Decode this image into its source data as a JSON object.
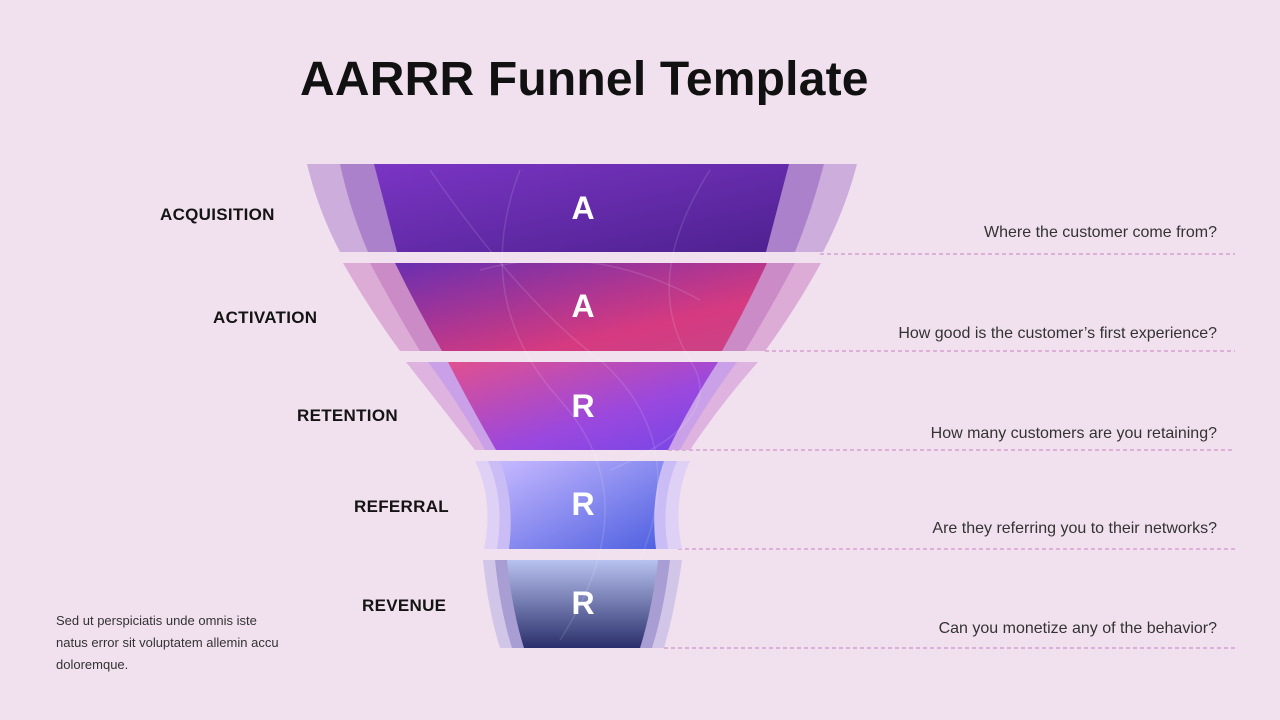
{
  "title": "AARRR Funnel Template",
  "note": "Sed ut perspiciatis unde omnis iste natus error sit voluptatem allemin accu doloremque.",
  "stages": [
    {
      "label": "ACQUISITION",
      "letter": "A",
      "question": "Where the customer come from?"
    },
    {
      "label": "ACTIVATION",
      "letter": "A",
      "question": "How good is the customer’s first experience?"
    },
    {
      "label": "RETENTION",
      "letter": "R",
      "question": "How many customers are you retaining?"
    },
    {
      "label": "REFERRAL",
      "letter": "R",
      "question": "Are they referring you to their networks?"
    },
    {
      "label": "REVENUE",
      "letter": "R",
      "question": "Can you monetize any of the behavior?"
    }
  ],
  "colors": {
    "background": "#f1e1ef",
    "dashed_line": "#c77fc0",
    "acquisition": [
      "#7b35c4",
      "#4e2190"
    ],
    "activation": [
      "#6a2fb0",
      "#d63a80"
    ],
    "retention": [
      "#e0508f",
      "#7446e8"
    ],
    "referral": [
      "#c6b8ff",
      "#4d5fe0"
    ],
    "revenue": [
      "#b8c2f0",
      "#2a2f6b"
    ]
  }
}
